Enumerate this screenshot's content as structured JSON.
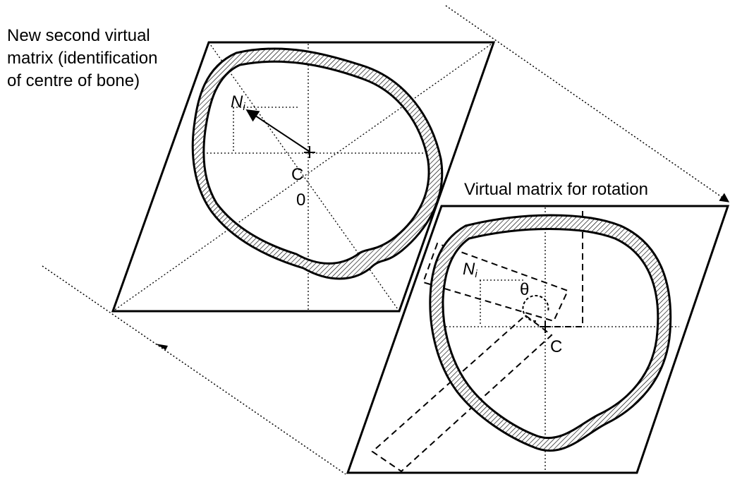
{
  "captions": {
    "left_matrix": [
      "New second virtual",
      "matrix (identification",
      "of centre of bone)"
    ],
    "right_matrix": "Virtual matrix for rotation"
  },
  "labels": {
    "left_centre": "C",
    "left_origin": "0",
    "left_point_main": "N",
    "left_point_sub": "i",
    "right_centre": "C",
    "right_point_main": "N",
    "right_point_sub": "i",
    "angle": "θ"
  },
  "colors": {
    "ink": "#000000",
    "background": "#ffffff"
  }
}
